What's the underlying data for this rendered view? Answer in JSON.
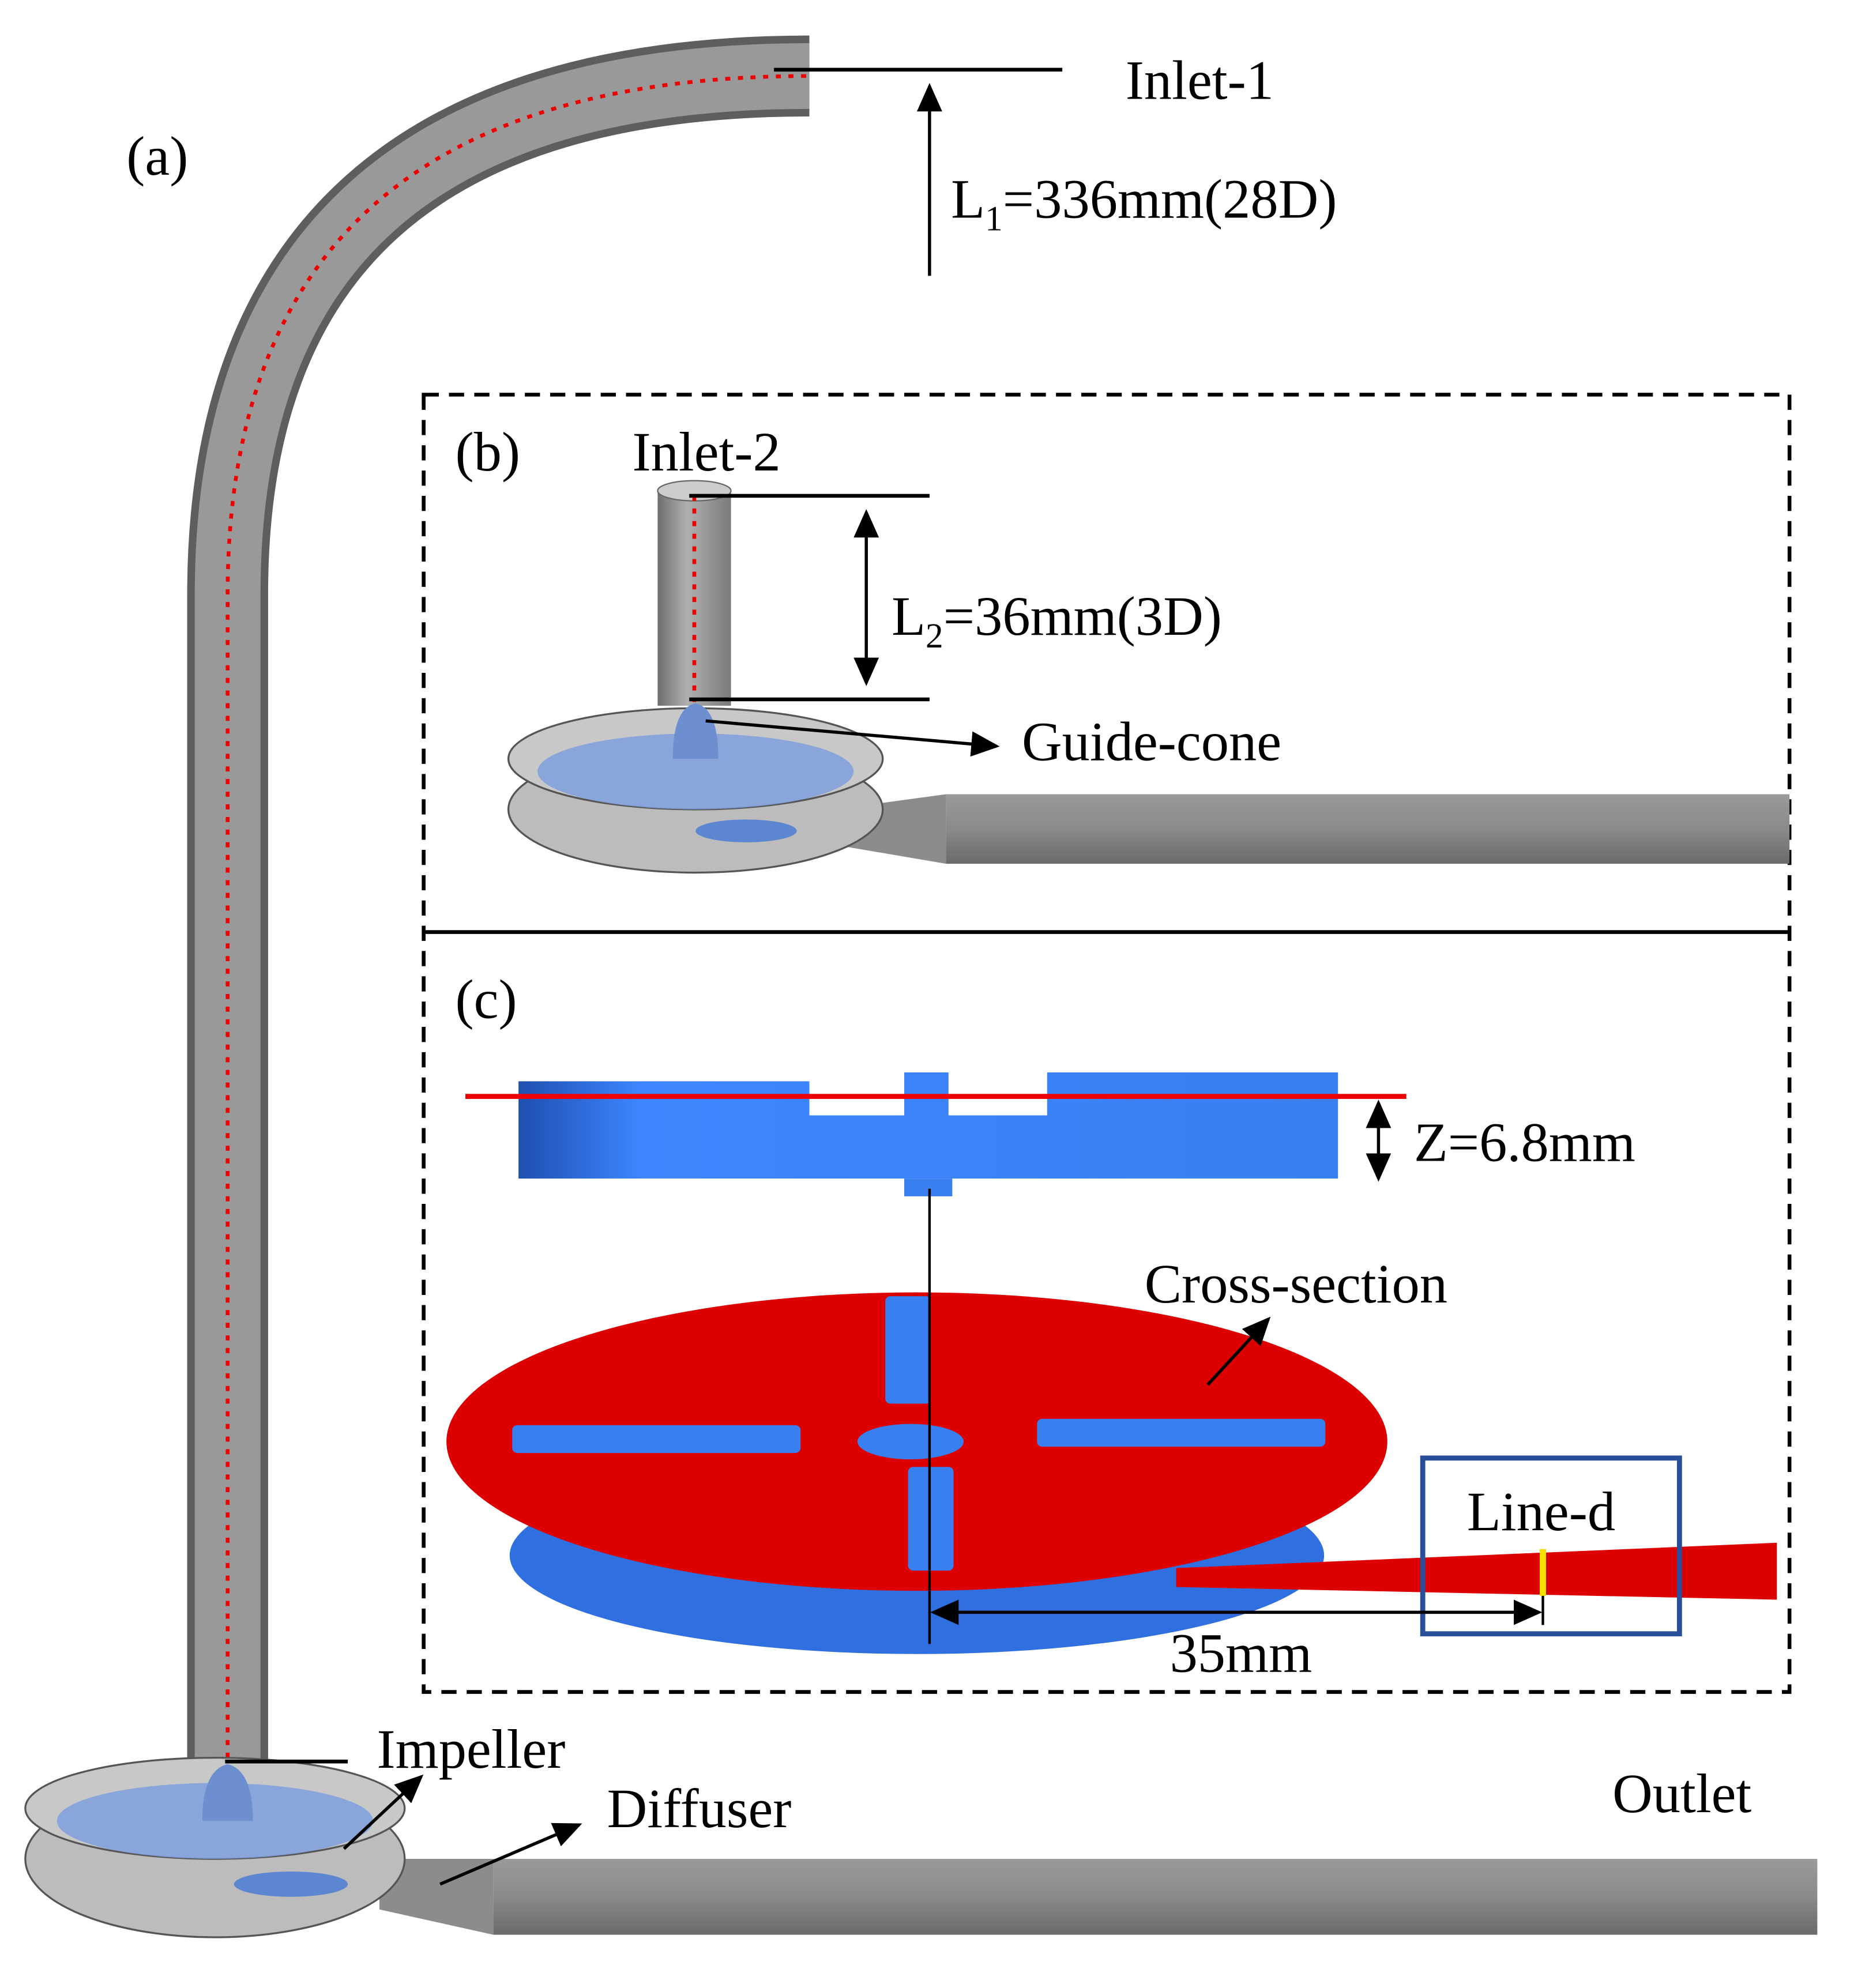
{
  "panels": {
    "a": {
      "tag": "(a)",
      "inlet": "Inlet-1",
      "length_main": "L",
      "length_sub": "1",
      "length_value": "=336mm(28D)",
      "impeller": "Impeller",
      "diffuser": "Diffuser",
      "outlet": "Outlet"
    },
    "b": {
      "tag": "(b)",
      "inlet": "Inlet-2",
      "length_main": "L",
      "length_sub": "2",
      "length_value": "=36mm(3D)",
      "guide_cone": "Guide-cone"
    },
    "c": {
      "tag": "(c)",
      "z_label": "Z=6.8mm",
      "cross_section": "Cross-section",
      "line_d": "Line-d",
      "distance": "35mm"
    }
  },
  "colors": {
    "pipe": "#8c8c8c",
    "impeller": "#3a7ff0",
    "section": "#dd0000",
    "linebox": "#2a4f9a",
    "marker": "#f5e000"
  }
}
